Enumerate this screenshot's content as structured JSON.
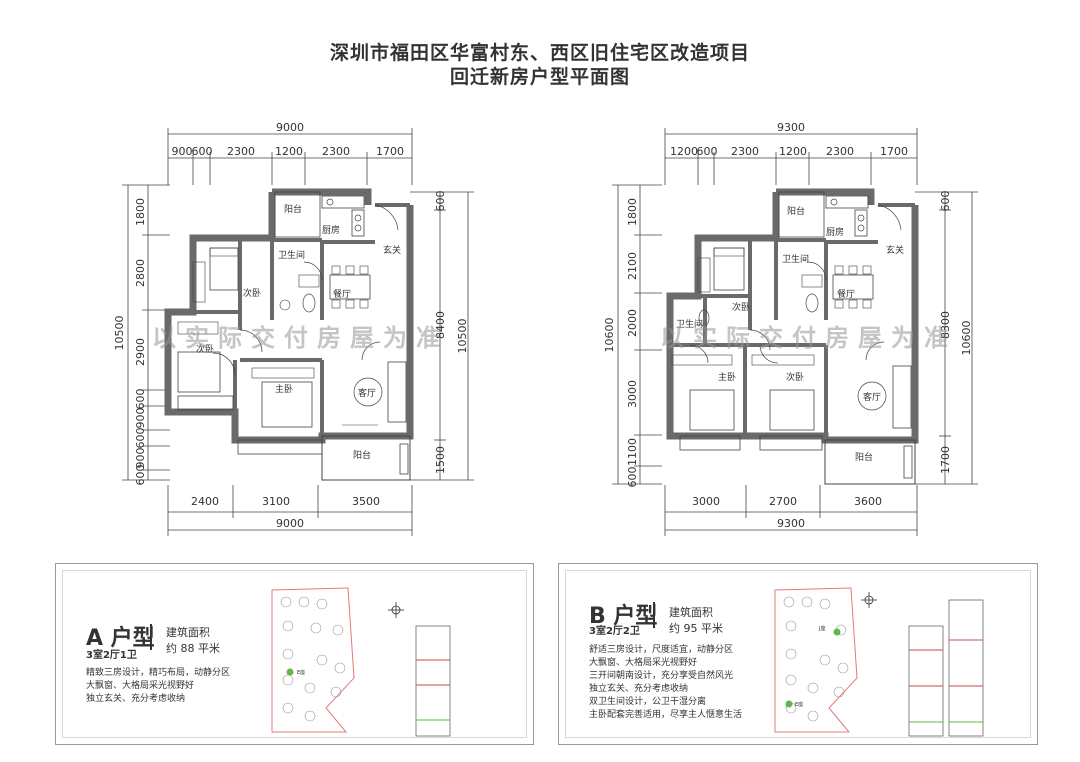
{
  "title_line1": "深圳市福田区华富村东、西区旧住宅区改造项目",
  "title_line2": "回迁新房户型平面图",
  "watermark": "以实际交付房屋为准",
  "plan_a": {
    "dims_top_total": "9000",
    "dims_top": [
      "900",
      "600",
      "2300",
      "1200",
      "2300",
      "1700"
    ],
    "dims_left": [
      "1800",
      "2800",
      "2900",
      "600",
      "900",
      "600",
      "900",
      "600"
    ],
    "dim_left_total": "10500",
    "dims_right": [
      "600",
      "8400",
      "1500"
    ],
    "dim_right_total": "10500",
    "dims_bottom": [
      "2400",
      "3100",
      "3500"
    ],
    "dims_bottom_total": "9000",
    "rooms": {
      "balcony_top": "阳台",
      "kitchen": "厨房",
      "entrance": "玄关",
      "bath": "卫生间",
      "bed2_top": "次卧",
      "dining": "餐厅",
      "bed2_left": "次卧",
      "master": "主卧",
      "living": "客厅",
      "balcony_bottom": "阳台"
    }
  },
  "plan_b": {
    "dims_top_total": "9300",
    "dims_top": [
      "1200",
      "600",
      "2300",
      "1200",
      "2300",
      "1700"
    ],
    "dims_left": [
      "1800",
      "2100",
      "2000",
      "3000",
      "1100",
      "600"
    ],
    "dim_left_total": "10600",
    "dims_right": [
      "600",
      "8300",
      "1700"
    ],
    "dim_right_total": "10600",
    "dims_bottom": [
      "3000",
      "2700",
      "3600"
    ],
    "dims_bottom_total": "9300",
    "rooms": {
      "balcony_top": "阳台",
      "kitchen": "厨房",
      "entrance": "玄关",
      "bath": "卫生间",
      "bed2_top": "次卧",
      "dining": "餐厅",
      "bath2": "卫生间",
      "master": "主卧",
      "bed2_mid": "次卧",
      "living": "客厅",
      "balcony_bottom": "阳台"
    }
  },
  "card_a": {
    "type_title": "A 户型",
    "layout": "3室2厅1卫",
    "area_label": "建筑面积",
    "area_value": "约 88 平米",
    "features": [
      "精致三房设计，精巧布局，动静分区",
      "大飘窗、大格局采光视野好",
      "独立玄关、充分考虑收纳"
    ],
    "site_label": "E座"
  },
  "card_b": {
    "type_title": "B 户型",
    "layout": "3室2厅2卫",
    "area_label": "建筑面积",
    "area_value": "约 95 平米",
    "features": [
      "舒适三房设计，尺度适宜，动静分区",
      "大飘窗、大格局采光视野好",
      "三开间朝南设计，充分享受自然风光",
      "独立玄关、充分考虑收纳",
      "双卫生间设计，公卫干湿分离",
      "主卧配套完善适用，尽享主人惬意生活"
    ],
    "site_label_1": "J座",
    "site_label_2": "E座"
  },
  "colors": {
    "wall": "#6a6a6a",
    "line": "#444444",
    "site_outline": "#e07a7a",
    "tower_accent": "#c84a4a",
    "marker": "#5fb84a"
  }
}
